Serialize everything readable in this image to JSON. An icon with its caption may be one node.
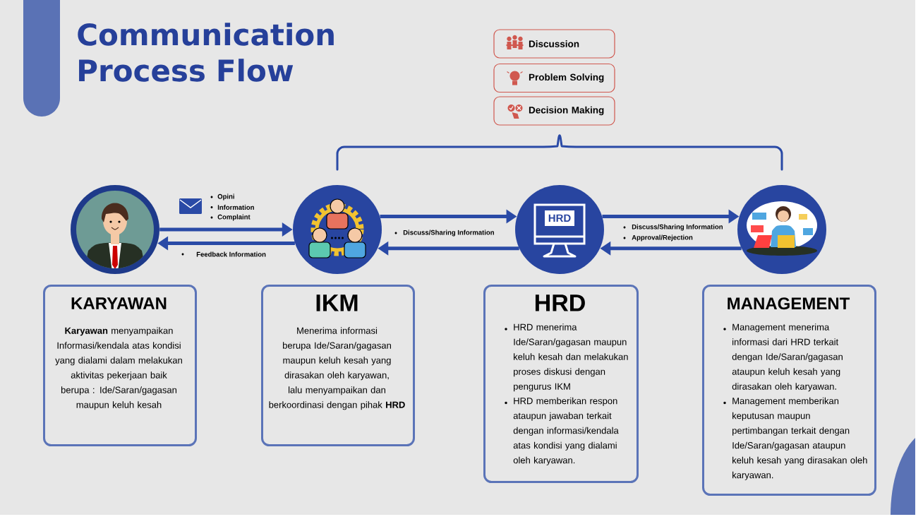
{
  "diagram": {
    "title": "Communication Process Flow",
    "nodes": [
      {
        "text": [
          "Discussion"
        ]
      },
      {
        "text": [
          "Problem Solving"
        ]
      },
      {
        "text": [
          "Decision Making"
        ]
      },
      {
        "text": [],
        "shape": "picture"
      },
      {
        "text": [],
        "shape": "picture"
      },
      {
        "text": [
          "HRD"
        ]
      },
      {
        "text": [],
        "shape": "picture"
      },
      {
        "text": [
          "KARYAWAN",
          "**Karyawan** menyampaikan Informasi/kendala atas kondisi yang dialami dalam melakukan aktivitas pekerjaan baik berupa : Ide/Saran/gagasan maupun keluh kesah"
        ]
      },
      {
        "text": [
          "IKM",
          "Menerima informasi berupa Ide/Saran/gagasan maupun keluh kesah yang dirasakan oleh karyawan, lalu menyampaikan dan berkoordinasi dengan pihak **HRD**"
        ]
      },
      {
        "text": [
          "HRD",
          "HRD menerima Ide/Saran/gagasan maupun keluh kesah dan melakukan proses diskusi dengan pengurus IKM",
          "HRD memberikan respon ataupun jawaban terkait dengan informasi/kendala atas kondisi yang dialami oleh karyawan."
        ]
      },
      {
        "text": [
          "MANAGEMENT",
          "Management menerima informasi dari HRD terkait dengan Ide/Saran/gagasan ataupun keluh kesah yang dirasakan oleh karyawan.",
          "Management memberikan keputusan maupun pertimbangan terkait dengan Ide/Saran/gagasan ataupun keluh kesah yang dirasakan oleh karyawan."
        ]
      }
    ],
    "edges": [
      {
        "from": 3,
        "to": 4,
        "arrow": "to"
      },
      {
        "from": 4,
        "to": 3,
        "arrow": "to",
        "label": "Feedback Information"
      },
      {
        "from": 4,
        "to": 5,
        "arrow": "to",
        "label": "Discuss/Sharing Information"
      },
      {
        "from": 5,
        "to": 4,
        "arrow": "to"
      },
      {
        "from": 5,
        "to": 6,
        "arrow": "to",
        "label": "Discuss/Sharing Information"
      },
      {
        "from": 6,
        "to": 5,
        "arrow": "to",
        "label": "Approval/Rejection"
      }
    ],
    "labels": [
      "Opini",
      "Information",
      "Complaint"
    ]
  }
}
